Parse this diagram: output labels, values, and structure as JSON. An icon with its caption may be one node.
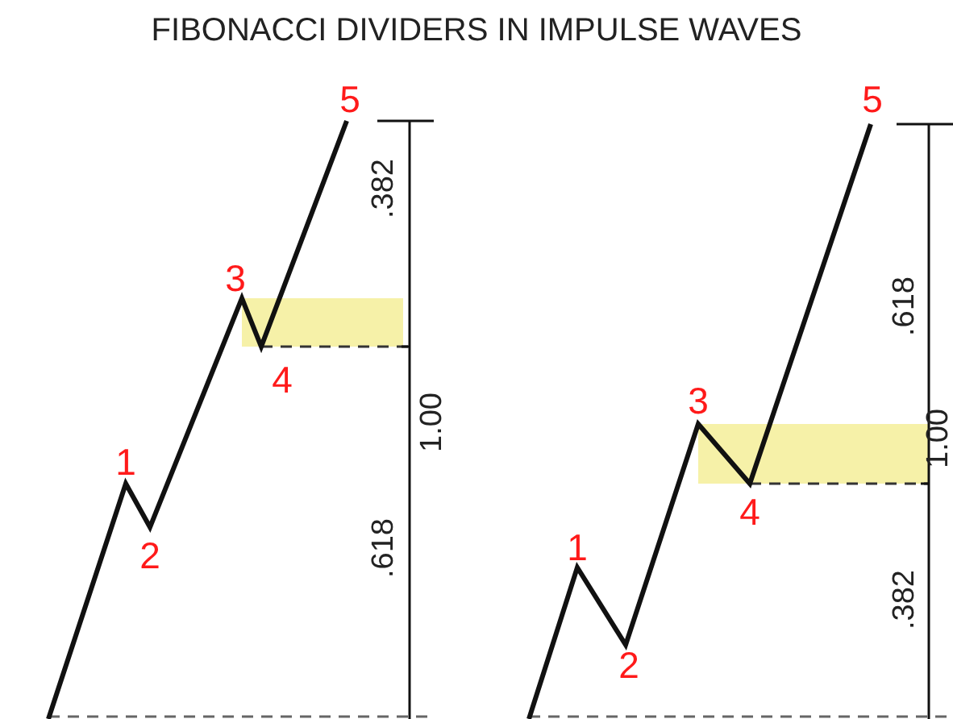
{
  "diagram": {
    "title": "FIBONACCI DIVIDERS IN IMPULSE WAVES",
    "labels": [
      "5",
      "3",
      "4",
      "1",
      "2",
      ".382",
      "1.00",
      ".618",
      "5",
      "3",
      "4",
      "1",
      "2",
      ".618",
      "1.00",
      ".382"
    ]
  }
}
